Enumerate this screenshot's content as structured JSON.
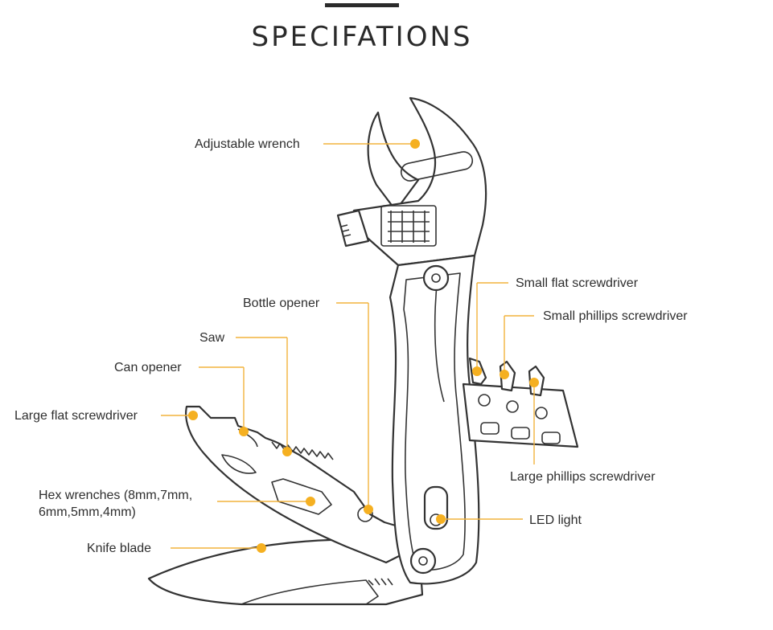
{
  "title": "SPECIFATIONS",
  "colors": {
    "accent": "#f5b021",
    "leader": "#f2b33d",
    "ink": "#333333"
  },
  "labels": {
    "adjustable_wrench": "Adjustable wrench",
    "bottle_opener": "Bottle opener",
    "saw": "Saw",
    "can_opener": "Can opener",
    "large_flat_screwdriver": "Large flat screwdriver",
    "hex_wrenches_line1": "Hex wrenches (8mm,7mm,",
    "hex_wrenches_line2": "6mm,5mm,4mm)",
    "knife_blade": "Knife blade",
    "small_flat_screwdriver": "Small flat screwdriver",
    "small_phillips_screwdriver": "Small phillips screwdriver",
    "large_phillips_screwdriver": "Large phillips screwdriver",
    "led_light": "LED light"
  }
}
